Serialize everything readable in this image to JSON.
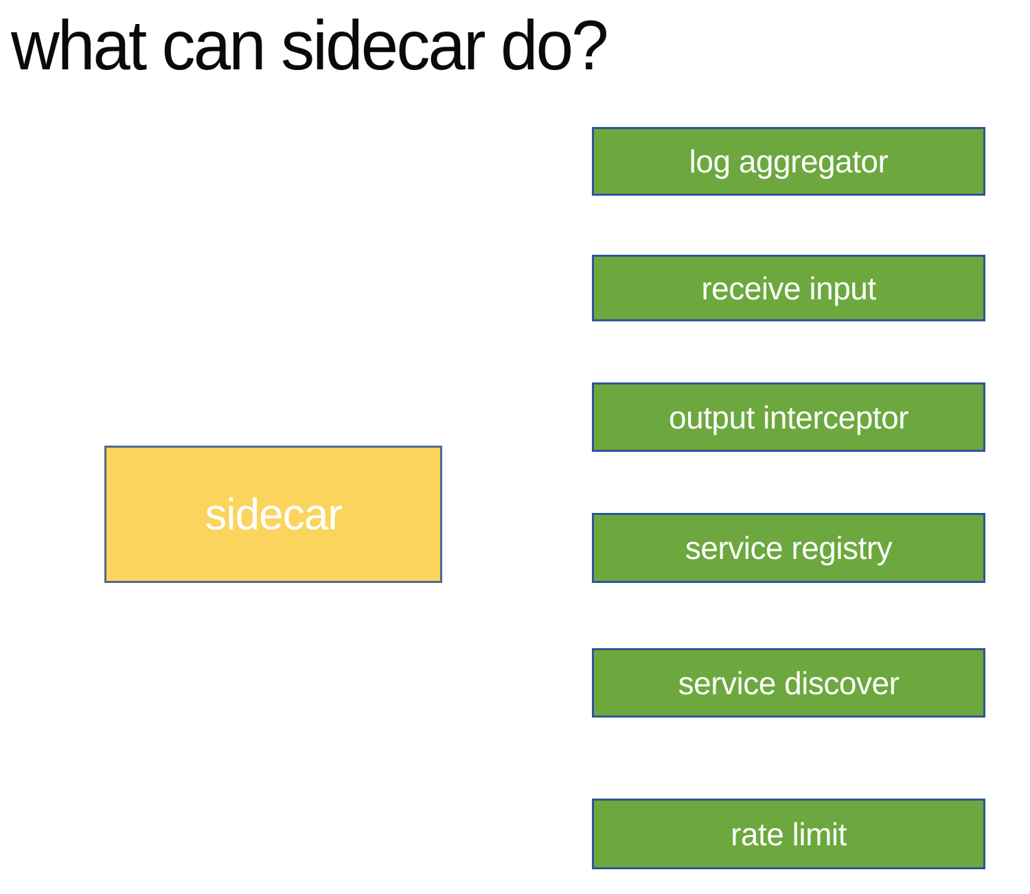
{
  "page": {
    "title": "what can sidecar do?",
    "background_color": "#ffffff",
    "title_color": "#0a0a0a"
  },
  "sidecar_box": {
    "label": "sidecar",
    "fill_color": "#fbd45e",
    "border_color": "#4d6991",
    "text_color": "#ffffff"
  },
  "capability_boxes": {
    "fill_color": "#6ca83e",
    "border_color": "#2f5496",
    "text_color": "#ffffff",
    "items": [
      {
        "label": "log aggregator"
      },
      {
        "label": "receive input"
      },
      {
        "label": "output interceptor"
      },
      {
        "label": "service registry"
      },
      {
        "label": "service discover"
      },
      {
        "label": "rate limit"
      }
    ]
  }
}
